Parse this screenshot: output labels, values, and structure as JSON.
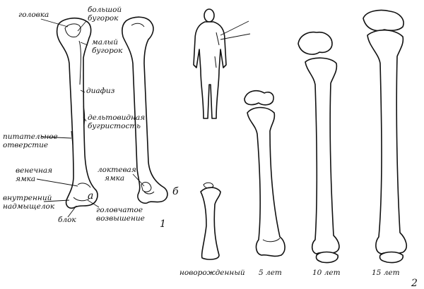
{
  "figure_1": {
    "labels": {
      "head": "головка",
      "greater_tubercle_1": "большой",
      "greater_tubercle_2": "бугорок",
      "lesser_tubercle_1": "малый",
      "lesser_tubercle_2": "бугорок",
      "diaphysis": "диафиз",
      "deltoid_tuberosity_1": "дельтовидная",
      "deltoid_tuberosity_2": "бугристость",
      "nutrient_foramen_1": "питательное",
      "nutrient_foramen_2": "отверстие",
      "coronoid_fossa_1": "венечная",
      "coronoid_fossa_2": "ямка",
      "medial_epicondyle_1": "внутренний",
      "medial_epicondyle_2": "надмыщелок",
      "trochlea": "блок",
      "capitulum_1": "головчатое",
      "capitulum_2": "возвышение",
      "olecranon_fossa_1": "локтевая",
      "olecranon_fossa_2": "ямка",
      "view_a": "а",
      "view_b": "б"
    },
    "number": "1"
  },
  "figure_2": {
    "ages": [
      "новорожденный",
      "5 лет",
      "10 лет",
      "15 лет"
    ],
    "number": "2"
  }
}
